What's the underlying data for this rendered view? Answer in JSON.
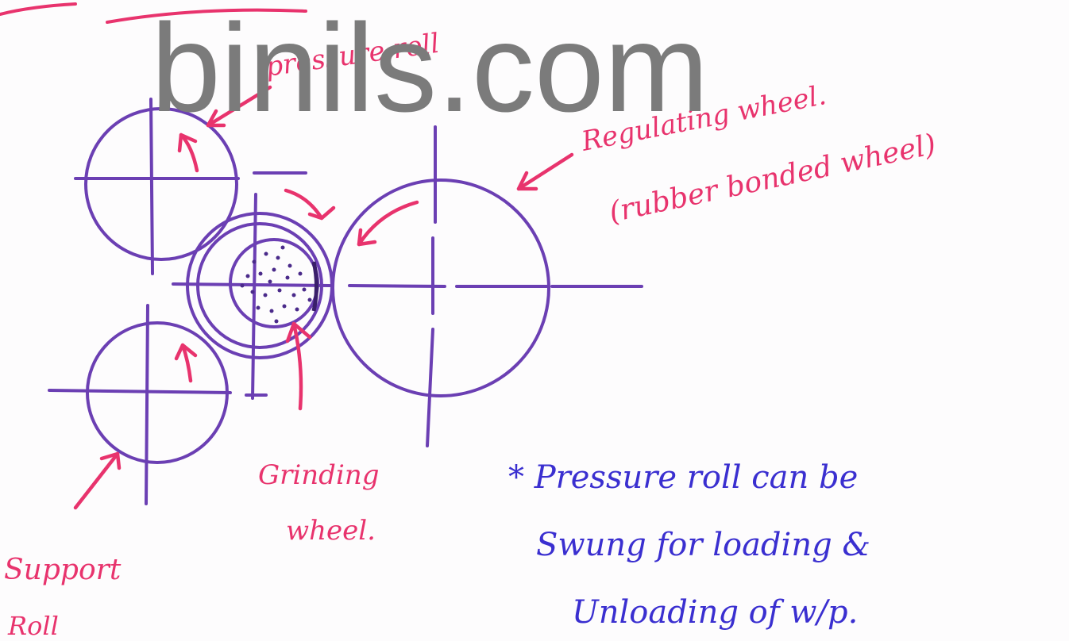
{
  "watermark": "binils.com",
  "labels": {
    "pressure_roll": "pressure roll",
    "regulating_wheel": "Regulating wheel.",
    "regulating_wheel_note": "(rubber bonded wheel)",
    "grinding_wheel_line1": "Grinding",
    "grinding_wheel_line2": "wheel.",
    "support_roll_line1": "Support",
    "support_roll_line2": "Roll"
  },
  "note": {
    "line1": "* Pressure roll can be",
    "line2": "Swung for loading &",
    "line3": "Unloading of w/p."
  },
  "colors": {
    "outline": "#6b3fb3",
    "annotation": "#e8336d",
    "note": "#3a2fd0",
    "watermark": "#7b7b7b",
    "background": "#fdfcfd"
  }
}
